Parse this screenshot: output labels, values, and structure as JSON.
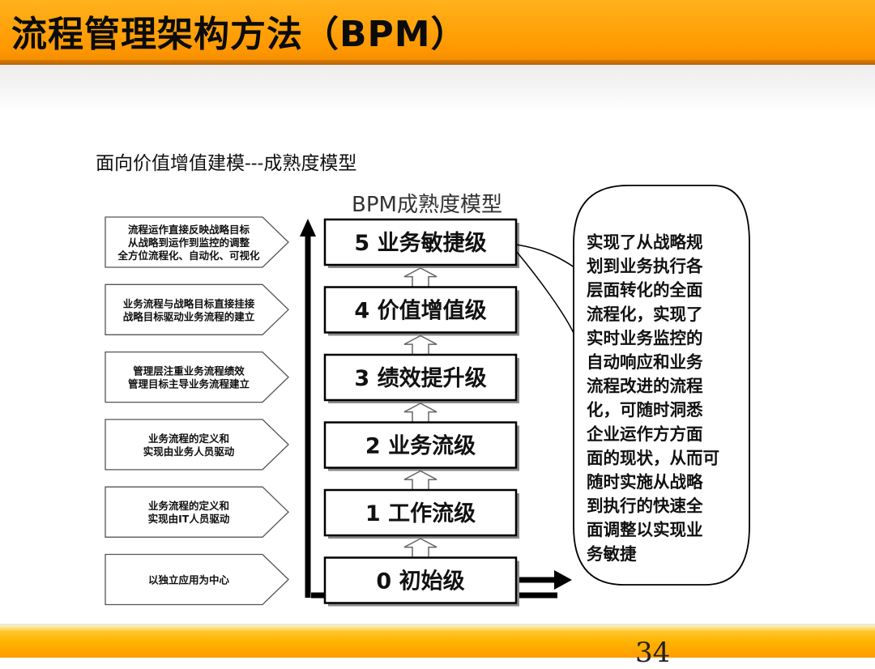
{
  "title": "流程管理架构方法（BPM）",
  "subtitle": "面向价值增值建模---成熟度模型",
  "model_title": "BPM成熟度模型",
  "levels": [
    {
      "label": "5 业务敏捷级"
    },
    {
      "label": "4 价值增值级"
    },
    {
      "label": "3 绩效提升级"
    },
    {
      "label": "2 业务流级"
    },
    {
      "label": "1 工作流级"
    },
    {
      "label": "0 初始级"
    }
  ],
  "descriptions": [
    {
      "lines": [
        "流程运作直接反映战略目标",
        "从战略到运作到监控的调整",
        "全方位流程化、自动化、可视化"
      ]
    },
    {
      "lines": [
        "业务流程与战略目标直接挂接",
        "战略目标驱动业务流程的建立"
      ]
    },
    {
      "lines": [
        "管理层注重业务流程绩效",
        "管理目标主导业务流程建立"
      ]
    },
    {
      "lines": [
        "业务流程的定义和",
        "实现由业务人员驱动"
      ]
    },
    {
      "lines": [
        "业务流程的定义和",
        "实现由IT人员驱动"
      ]
    },
    {
      "lines": [
        "以独立应用为中心"
      ]
    }
  ],
  "callout_lines": [
    "实现了从战略规",
    "划到业务执行各",
    "层面转化的全面",
    "流程化，实现了",
    "实时业务监控的",
    "自动响应和业务",
    "流程改进的流程",
    "化，可随时洞悉",
    "企业运作方方面",
    "面的现状，从而可",
    "随时实施从战略",
    "到执行的快速全",
    "面调整以实现业",
    "务敏捷"
  ],
  "page_number": "34",
  "colors": {
    "title_bar": "#ff9c00",
    "text": "#111111"
  }
}
